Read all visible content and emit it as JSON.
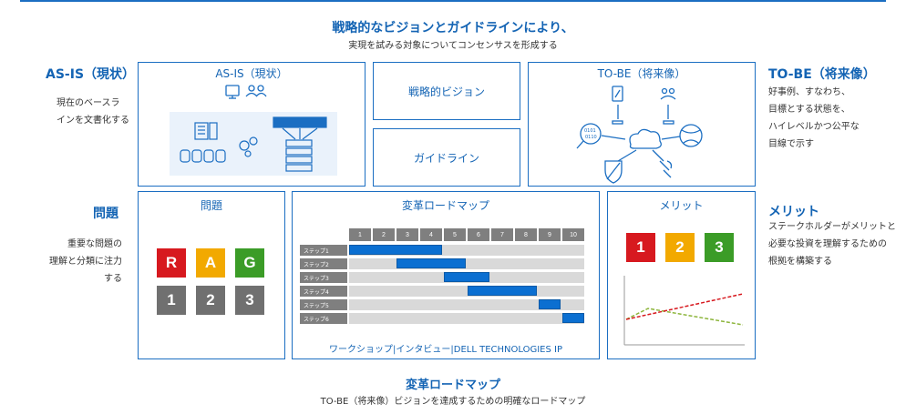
{
  "header": {
    "title": "戦略的なビジョンとガイドラインにより、",
    "subtitle": "実現を試みる対象についてコンセンサスを形成する"
  },
  "left": {
    "asis_title": "AS-IS（現状）",
    "asis_text_1": "現在のベースラ",
    "asis_text_2": "インを文書化する",
    "issue_title": "問題",
    "issue_text_1": "重要な問題の",
    "issue_text_2": "理解と分類に注力する"
  },
  "right": {
    "tobe_title": "TO-BE（将来像）",
    "tobe_text_1": "好事例、すなわち、",
    "tobe_text_2": "目標とする状態を、",
    "tobe_text_3": "ハイレベルかつ公平な",
    "tobe_text_4": "目線で示す",
    "merit_title": "メリット",
    "merit_text_1": "ステークホルダーがメリットと",
    "merit_text_2": "必要な投資を理解するための",
    "merit_text_3": "根拠を構築する"
  },
  "boxes": {
    "asis": "AS-IS（現状）",
    "vision": "戦略的ビジョン",
    "guideline": "ガイドライン",
    "tobe": "TO-BE（将来像）",
    "issue": "問題",
    "roadmap": "変革ロードマップ",
    "merit": "メリット",
    "roadmap_footer": "ワークショップ|インタビュー|DELL TECHNOLOGIES IP"
  },
  "rag": {
    "letters": [
      "R",
      "A",
      "G"
    ],
    "numbers": [
      "1",
      "2",
      "3"
    ],
    "colors": {
      "red": "#d7191f",
      "amber": "#f2a900",
      "green": "#3b9c27",
      "grey": "#707070"
    }
  },
  "merit_tiles": [
    "1",
    "2",
    "3"
  ],
  "roadmap": {
    "columns": [
      "1",
      "2",
      "3",
      "4",
      "5",
      "6",
      "7",
      "8",
      "9",
      "10"
    ],
    "steps": [
      {
        "label": "ステップ1",
        "start": 1,
        "end": 4
      },
      {
        "label": "ステップ2",
        "start": 3,
        "end": 5
      },
      {
        "label": "ステップ3",
        "start": 5,
        "end": 6
      },
      {
        "label": "ステップ4",
        "start": 6,
        "end": 8
      },
      {
        "label": "ステップ5",
        "start": 9,
        "end": 9
      },
      {
        "label": "ステップ6",
        "start": 10,
        "end": 10
      }
    ]
  },
  "footer": {
    "title": "変革ロードマップ",
    "subtitle": "TO-BE（将来像）ビジョンを達成するための明確なロードマップ"
  },
  "icons": [
    "computer-icon",
    "people-icon",
    "server-icon",
    "database-icon",
    "gears-icon",
    "hierarchy-icon",
    "tablet-icon",
    "binary-magnifier-icon",
    "cloud-icon",
    "globe-icon",
    "shield-icon",
    "tools-icon",
    "gears-icon"
  ]
}
